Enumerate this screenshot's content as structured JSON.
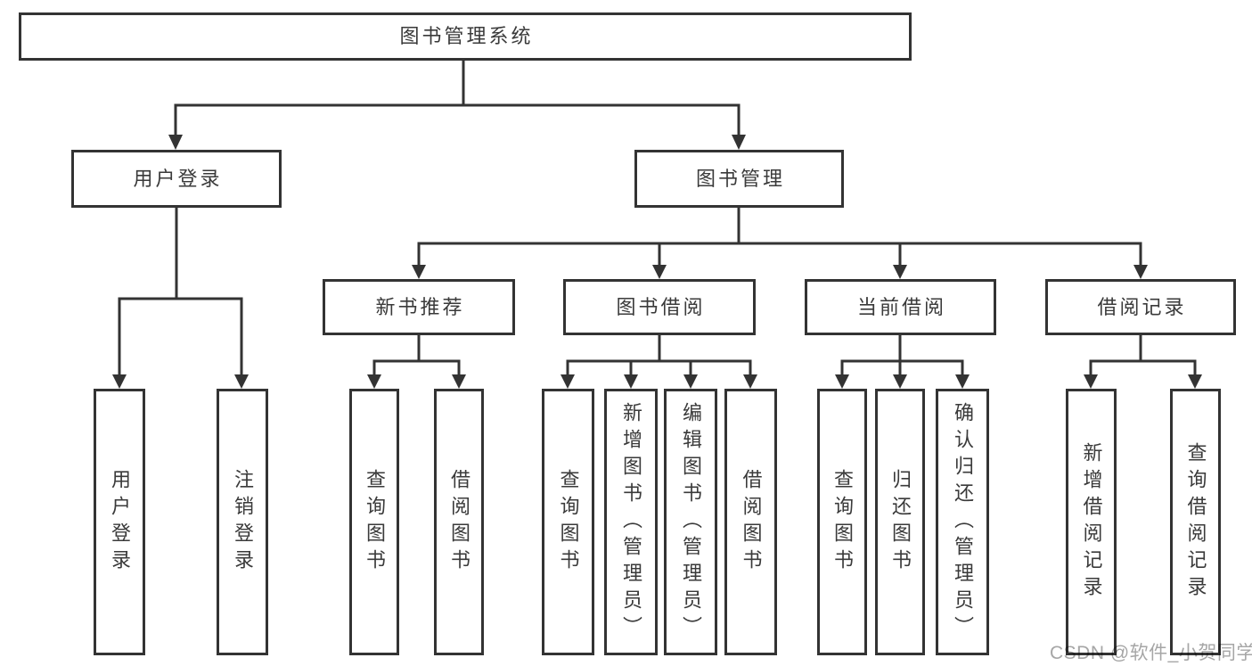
{
  "tree": {
    "root": "图书管理系统",
    "children": [
      {
        "label": "用户登录",
        "children": [
          "用户登录",
          "注销登录"
        ]
      },
      {
        "label": "图书管理",
        "children": [
          {
            "label": "新书推荐",
            "children": [
              "查询图书",
              "借阅图书"
            ]
          },
          {
            "label": "图书借阅",
            "children": [
              "查询图书",
              "新增图书（管理员）",
              "编辑图书（管理员）",
              "借阅图书"
            ]
          },
          {
            "label": "当前借阅",
            "children": [
              "查询图书",
              "归还图书",
              "确认归还（管理员）"
            ]
          },
          {
            "label": "借阅记录",
            "children": [
              "新增借阅记录",
              "查询借阅记录"
            ]
          }
        ]
      }
    ]
  },
  "watermark": {
    "text": "CSDN @软件_小贺同学"
  },
  "colors": {
    "line": "#333333",
    "text": "#3a3a3a",
    "background": "#ffffff",
    "watermark": "#a6a6a6"
  }
}
